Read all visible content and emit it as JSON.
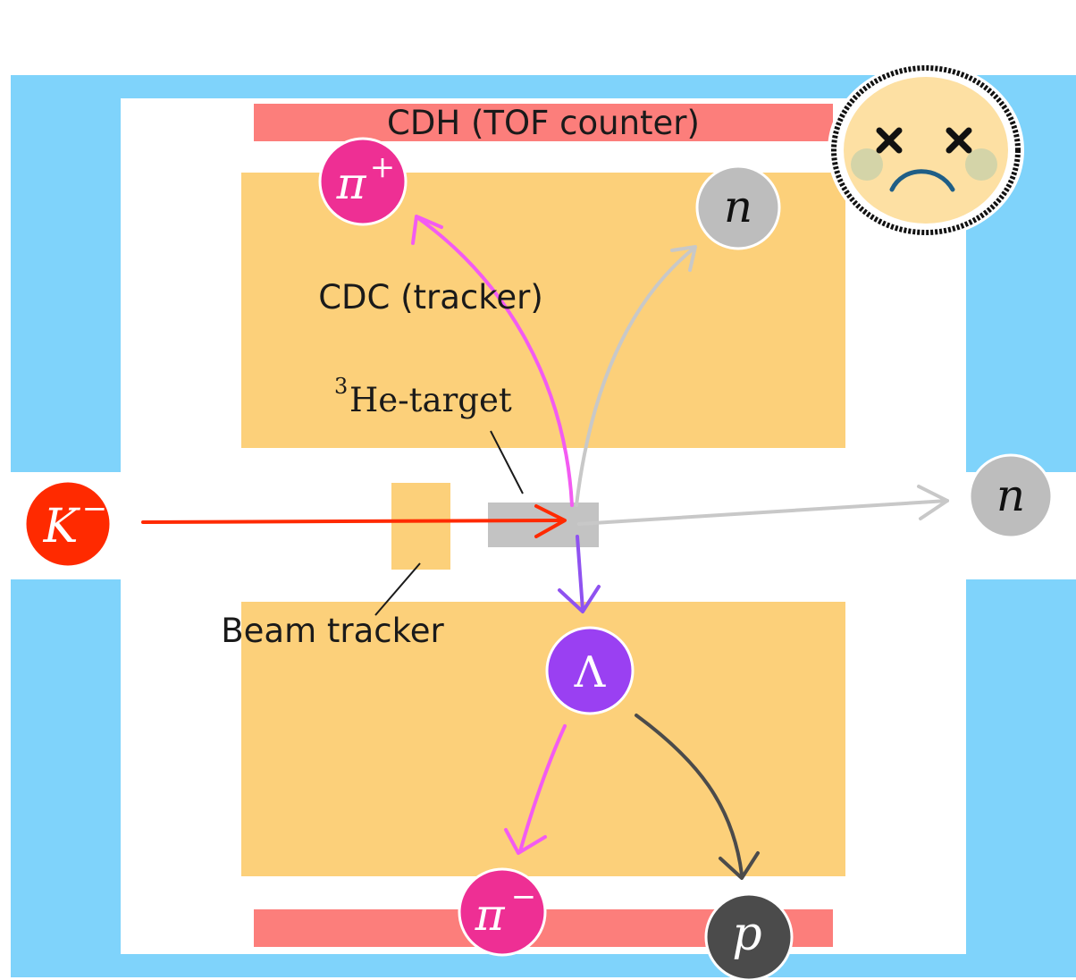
{
  "labels": {
    "cdh": "CDH (TOF counter)",
    "cdc": "CDC (tracker)",
    "target_sup": "3",
    "target": "He-target",
    "beam_tracker": "Beam tracker"
  },
  "particles": {
    "kminus": {
      "symbol": "K",
      "sup": "−"
    },
    "piplus": {
      "symbol": "π",
      "sup": "+"
    },
    "n_top": {
      "symbol": "n"
    },
    "n_right": {
      "symbol": "n"
    },
    "lambda": {
      "symbol": "Λ"
    },
    "piminus": {
      "symbol": "π",
      "sup": "−"
    },
    "proton": {
      "symbol": "p"
    }
  },
  "colors": {
    "magnet": "#7fd3fb",
    "cdc": "#fcd07a",
    "cdh": "#fc7e7b",
    "target": "#c3c3c3",
    "kminus": "#ff2a00",
    "pi": "#ee2f94",
    "neutron": "#bdbdbd",
    "lambda": "#9a40f2",
    "proton": "#4b4b4b",
    "pi_track": "#f35bf2",
    "lambda_track": "#8f52f0",
    "face": "#fde0a3"
  },
  "icons": {
    "face": "sad-face-icon"
  }
}
